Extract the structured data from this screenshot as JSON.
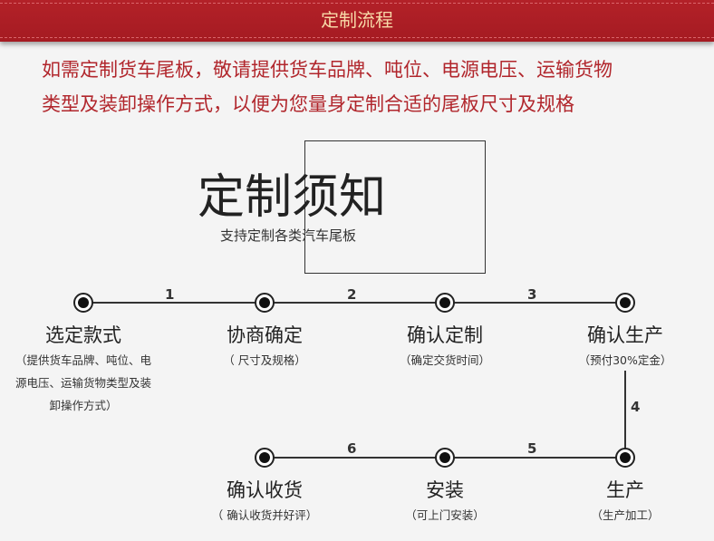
{
  "header": {
    "title": "定制流程"
  },
  "intro": {
    "line1": "如需定制货车尾板，敬请提供货车品牌、吨位、电源电压、运输货物",
    "line2": "类型及装卸操作方式，以便为您量身定制合适的尾板尺寸及规格"
  },
  "notice": {
    "title": "定制须知",
    "subtitle": "支持定制各类汽车尾板"
  },
  "steps": [
    {
      "title": "选定款式",
      "sub": "（提供货车品牌、吨位、电源电压、运输货物类型及装卸操作方式）"
    },
    {
      "title": "协商确定",
      "sub": "（ 尺寸及规格）"
    },
    {
      "title": "确认定制",
      "sub": "（确定交货时间）"
    },
    {
      "title": "确认生产",
      "sub": "（预付30%定金）"
    },
    {
      "title": "生产",
      "sub": "（生产加工）"
    },
    {
      "title": "安装",
      "sub": "（可上门安装）"
    },
    {
      "title": "确认收货",
      "sub": "（ 确认收货并好评）"
    }
  ],
  "connectors": [
    "1",
    "2",
    "3",
    "4",
    "5",
    "6"
  ]
}
